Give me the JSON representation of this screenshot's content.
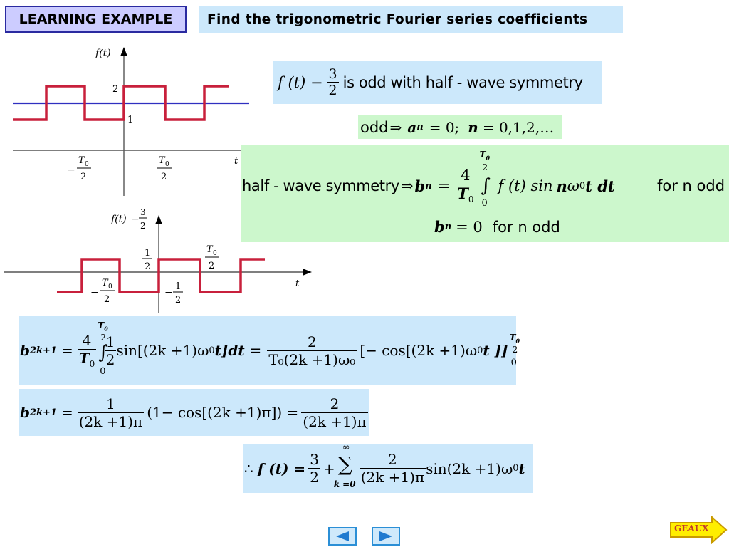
{
  "header": {
    "tag": "LEARNING EXAMPLE",
    "title": "Find the trigonometric Fourier series coefficients"
  },
  "graph_top": {
    "ylabel": "f(t)",
    "tick_high": "2",
    "tick_low": "1",
    "xlabel": "t",
    "neg_t0": "T",
    "neg_t0_sub": "0",
    "neg_t0_den": "2",
    "neg_sign": "−",
    "pos_t0": "T",
    "pos_t0_sub": "0",
    "pos_t0_den": "2"
  },
  "graph_bottom": {
    "ylabel_f": "f(t)",
    "ylabel_minus": "−",
    "ylabel_num": "3",
    "ylabel_den": "2",
    "tick_half_num": "1",
    "tick_half_den": "2",
    "tick_t0": "T",
    "tick_t0_sub": "0",
    "tick_t0_den": "2",
    "neg_t0": "T",
    "neg_t0_sub": "0",
    "neg_t0_den": "2",
    "neg_half_num": "1",
    "neg_half_den": "2",
    "neg_sign": "−",
    "xlabel": "t"
  },
  "eq_odd_statement": {
    "lhs": "f (t) −",
    "frac_num": "3",
    "frac_den": "2",
    "text": "is odd with half - wave symmetry"
  },
  "eq_an": {
    "word": "odd",
    "implies": "⇒",
    "a": "a",
    "n": "n",
    "rhs": "= 0;",
    "n2": "n",
    "rhs2": "= 0,1,2,…"
  },
  "eq_bn_box": {
    "word": "half - wave symmetry",
    "implies": "⇒",
    "b": "b",
    "n": "n",
    "eq": "=",
    "num": "4",
    "den_T": "T",
    "den_sub": "0",
    "upper_T": "T",
    "upper_sub": "0",
    "upper_den": "2",
    "lower": "0",
    "integral": "∫",
    "integrand": "f (t) sin",
    "n_var": "n",
    "omega": "ω",
    "omega_sub": "0",
    "t_dt": "t dt",
    "cond": "for n odd",
    "b2": "b",
    "n_sub2": "n",
    "zero": "= 0",
    "cond2": "for n odd"
  },
  "eq_b2k1_integral": {
    "b": "b",
    "sub": "2k+1",
    "eq": "=",
    "num": "4",
    "den_T": "T",
    "den_sub": "0",
    "upper_T": "T",
    "upper_sub": "0",
    "upper_den": "2",
    "lower": "0",
    "integral": "∫",
    "half_num": "1",
    "half_den": "2",
    "body": "sin[(2k +1)ω",
    "body_sub": "0",
    "body_end": "t]dt =",
    "frac2_num": "2",
    "frac2_den": "T₀(2k +1)ω₀",
    "bracket": "[− cos[(2k +1)ω",
    "bracket_sub": "0",
    "bracket_end": "t ]]",
    "eval_upper_T": "T",
    "eval_upper_sub": "0",
    "eval_upper_den": "2",
    "eval_lower": "0"
  },
  "eq_b2k1_result": {
    "b": "b",
    "sub": "2k+1",
    "eq": "=",
    "num1": "1",
    "den1": "(2k +1)π",
    "mid": "(1− cos[(2k +1)π]) =",
    "num2": "2",
    "den2": "(2k +1)π"
  },
  "eq_final": {
    "therefore": "∴",
    "lhs": "f (t) =",
    "frac_num": "3",
    "frac_den": "2",
    "plus": "+",
    "sum_upper": "∞",
    "sum": "∑",
    "sum_lower": "k =0",
    "term_num": "2",
    "term_den": "(2k +1)π",
    "tail": "sin(2k +1)ω",
    "tail_sub": "0",
    "tail_t": "t"
  },
  "nav": {
    "next_label": "GEAUX"
  },
  "colors": {
    "signal": "#c8203c",
    "dc_line": "#3030c0",
    "blue_box": "#cce8fb",
    "green_box": "#ccf7cc",
    "tag_bg": "#ccccff",
    "geaux_bg": "#ffee00"
  }
}
